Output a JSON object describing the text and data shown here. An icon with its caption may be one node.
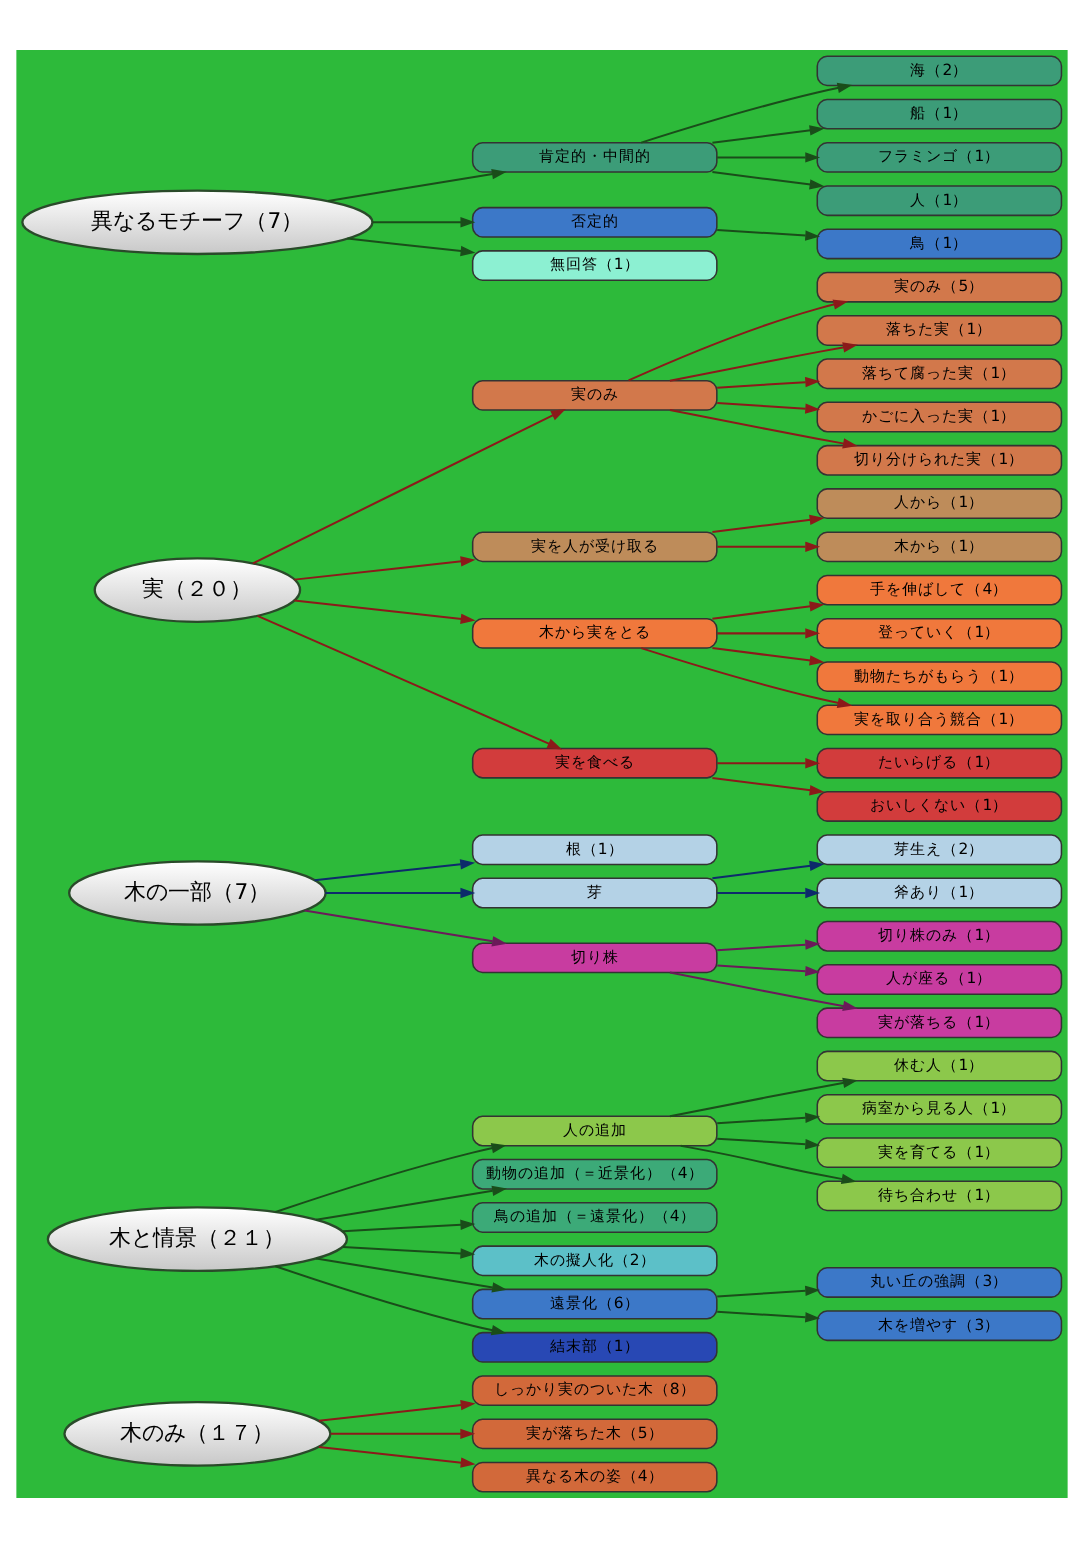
{
  "diagram": {
    "nodes": [
      {
        "text": [
          "木のみ（１７）"
        ]
      },
      {
        "text": [
          "しっかり実のついた木（8）"
        ]
      },
      {
        "text": [
          "実が落ちた木（5）"
        ]
      },
      {
        "text": [
          "異なる木の姿（4）"
        ]
      },
      {
        "text": [
          "木と情景（２１）"
        ]
      },
      {
        "text": [
          "人の追加"
        ]
      },
      {
        "text": [
          "休む人（1）"
        ]
      },
      {
        "text": [
          "病室から見る人（1）"
        ]
      },
      {
        "text": [
          "実を育てる（1）"
        ]
      },
      {
        "text": [
          "待ち合わせ（1）"
        ]
      },
      {
        "text": [
          "動物の追加（＝近景化）（4）"
        ]
      },
      {
        "text": [
          "鳥の追加（＝遠景化）（4）"
        ]
      },
      {
        "text": [
          "木の擬人化（2）"
        ]
      },
      {
        "text": [
          "遠景化（6）"
        ]
      },
      {
        "text": [
          "丸い丘の強調（3）"
        ]
      },
      {
        "text": [
          "木を増やす（3）"
        ]
      },
      {
        "text": [
          "結末部（1）"
        ]
      },
      {
        "text": [
          "木の一部（7）"
        ]
      },
      {
        "text": [
          "根（1）"
        ]
      },
      {
        "text": [
          "芽"
        ]
      },
      {
        "text": [
          "芽生え（2）"
        ]
      },
      {
        "text": [
          "斧あり（1）"
        ]
      },
      {
        "text": [
          "切り株"
        ]
      },
      {
        "text": [
          "切り株のみ（1）"
        ]
      },
      {
        "text": [
          "人が座る（1）"
        ]
      },
      {
        "text": [
          "実が落ちる（1）"
        ]
      },
      {
        "text": [
          "実（２０）"
        ]
      },
      {
        "text": [
          "実のみ"
        ]
      },
      {
        "text": [
          "実のみ（5）"
        ]
      },
      {
        "text": [
          "落ちた実（1）"
        ]
      },
      {
        "text": [
          "落ちて腐った実（1）"
        ]
      },
      {
        "text": [
          "かごに入った実（1）"
        ]
      },
      {
        "text": [
          "切り分けられた実（1）"
        ]
      },
      {
        "text": [
          "実を人が受け取る"
        ]
      },
      {
        "text": [
          "人から（1）"
        ]
      },
      {
        "text": [
          "木から（1）"
        ]
      },
      {
        "text": [
          "木から実をとる"
        ]
      },
      {
        "text": [
          "手を伸ばして（4）"
        ]
      },
      {
        "text": [
          "登っていく（1）"
        ]
      },
      {
        "text": [
          "動物たちがもらう（1）"
        ]
      },
      {
        "text": [
          "実を取り合う競合（1）"
        ]
      },
      {
        "text": [
          "実を食べる"
        ]
      },
      {
        "text": [
          "たいらげる（1）"
        ]
      },
      {
        "text": [
          "おいしくない（1）"
        ]
      },
      {
        "text": [
          "異なるモチーフ（7）"
        ]
      },
      {
        "text": [
          "肯定的・中間的"
        ]
      },
      {
        "text": [
          "海（2）"
        ]
      },
      {
        "text": [
          "船（1）"
        ]
      },
      {
        "text": [
          "フラミンゴ（1）"
        ]
      },
      {
        "text": [
          "人（1）"
        ]
      },
      {
        "text": [
          "否定的"
        ]
      },
      {
        "text": [
          "鳥（1）"
        ]
      },
      {
        "text": [
          "無回答（1）"
        ]
      }
    ],
    "edges": [
      {
        "from": 0,
        "to": 1,
        "arrow": "to",
        "color": "#8b1a1a"
      },
      {
        "from": 0,
        "to": 2,
        "arrow": "to",
        "color": "#8b1a1a"
      },
      {
        "from": 0,
        "to": 3,
        "arrow": "to",
        "color": "#8b1a1a"
      },
      {
        "from": 4,
        "to": 5,
        "arrow": "to",
        "color": "#1a4d1a"
      },
      {
        "from": 5,
        "to": 6,
        "arrow": "to",
        "color": "#1a4d1a"
      },
      {
        "from": 5,
        "to": 7,
        "arrow": "to",
        "color": "#1a4d1a"
      },
      {
        "from": 5,
        "to": 8,
        "arrow": "to",
        "color": "#1a4d1a"
      },
      {
        "from": 5,
        "to": 9,
        "arrow": "to",
        "color": "#1a4d1a"
      },
      {
        "from": 4,
        "to": 10,
        "arrow": "to",
        "color": "#1a4d1a"
      },
      {
        "from": 4,
        "to": 11,
        "arrow": "to",
        "color": "#1a4d1a"
      },
      {
        "from": 4,
        "to": 12,
        "arrow": "to",
        "color": "#1a4d1a"
      },
      {
        "from": 4,
        "to": 13,
        "arrow": "to",
        "color": "#1a4d1a"
      },
      {
        "from": 13,
        "to": 14,
        "arrow": "to",
        "color": "#1a4d1a"
      },
      {
        "from": 13,
        "to": 15,
        "arrow": "to",
        "color": "#1a4d1a"
      },
      {
        "from": 4,
        "to": 16,
        "arrow": "to",
        "color": "#1a4d1a"
      },
      {
        "from": 17,
        "to": 18,
        "arrow": "to",
        "color": "#0d2b6b"
      },
      {
        "from": 17,
        "to": 19,
        "arrow": "to",
        "color": "#0d2b6b"
      },
      {
        "from": 19,
        "to": 20,
        "arrow": "to",
        "color": "#0d2b6b"
      },
      {
        "from": 19,
        "to": 21,
        "arrow": "to",
        "color": "#0d2b6b"
      },
      {
        "from": 17,
        "to": 22,
        "arrow": "to",
        "color": "#6b1a5a"
      },
      {
        "from": 22,
        "to": 23,
        "arrow": "to",
        "color": "#6b1a5a"
      },
      {
        "from": 22,
        "to": 24,
        "arrow": "to",
        "color": "#6b1a5a"
      },
      {
        "from": 22,
        "to": 25,
        "arrow": "to",
        "color": "#6b1a5a"
      },
      {
        "from": 26,
        "to": 27,
        "arrow": "to",
        "color": "#8b1a1a"
      },
      {
        "from": 27,
        "to": 28,
        "arrow": "to",
        "color": "#8b1a1a"
      },
      {
        "from": 27,
        "to": 29,
        "arrow": "to",
        "color": "#8b1a1a"
      },
      {
        "from": 27,
        "to": 30,
        "arrow": "to",
        "color": "#8b1a1a"
      },
      {
        "from": 27,
        "to": 31,
        "arrow": "to",
        "color": "#8b1a1a"
      },
      {
        "from": 27,
        "to": 32,
        "arrow": "to",
        "color": "#8b1a1a"
      },
      {
        "from": 26,
        "to": 33,
        "arrow": "to",
        "color": "#8b1a1a"
      },
      {
        "from": 33,
        "to": 34,
        "arrow": "to",
        "color": "#8b1a1a"
      },
      {
        "from": 33,
        "to": 35,
        "arrow": "to",
        "color": "#8b1a1a"
      },
      {
        "from": 26,
        "to": 36,
        "arrow": "to",
        "color": "#8b1a1a"
      },
      {
        "from": 36,
        "to": 37,
        "arrow": "to",
        "color": "#8b1a1a"
      },
      {
        "from": 36,
        "to": 38,
        "arrow": "to",
        "color": "#8b1a1a"
      },
      {
        "from": 36,
        "to": 39,
        "arrow": "to",
        "color": "#8b1a1a"
      },
      {
        "from": 36,
        "to": 40,
        "arrow": "to",
        "color": "#8b1a1a"
      },
      {
        "from": 26,
        "to": 41,
        "arrow": "to",
        "color": "#8b1a1a"
      },
      {
        "from": 41,
        "to": 42,
        "arrow": "to",
        "color": "#8b1a1a"
      },
      {
        "from": 41,
        "to": 43,
        "arrow": "to",
        "color": "#8b1a1a"
      },
      {
        "from": 44,
        "to": 45,
        "arrow": "to",
        "color": "#1a4d1a"
      },
      {
        "from": 45,
        "to": 46,
        "arrow": "to",
        "color": "#1a4d1a"
      },
      {
        "from": 45,
        "to": 47,
        "arrow": "to",
        "color": "#1a4d1a"
      },
      {
        "from": 45,
        "to": 48,
        "arrow": "to",
        "color": "#1a4d1a"
      },
      {
        "from": 45,
        "to": 49,
        "arrow": "to",
        "color": "#1a4d1a"
      },
      {
        "from": 44,
        "to": 50,
        "arrow": "to",
        "color": "#1a4d1a"
      },
      {
        "from": 50,
        "to": 51,
        "arrow": "to",
        "color": "#1a4d1a"
      },
      {
        "from": 44,
        "to": 52,
        "arrow": "to",
        "color": "#1a4d1a"
      }
    ]
  }
}
